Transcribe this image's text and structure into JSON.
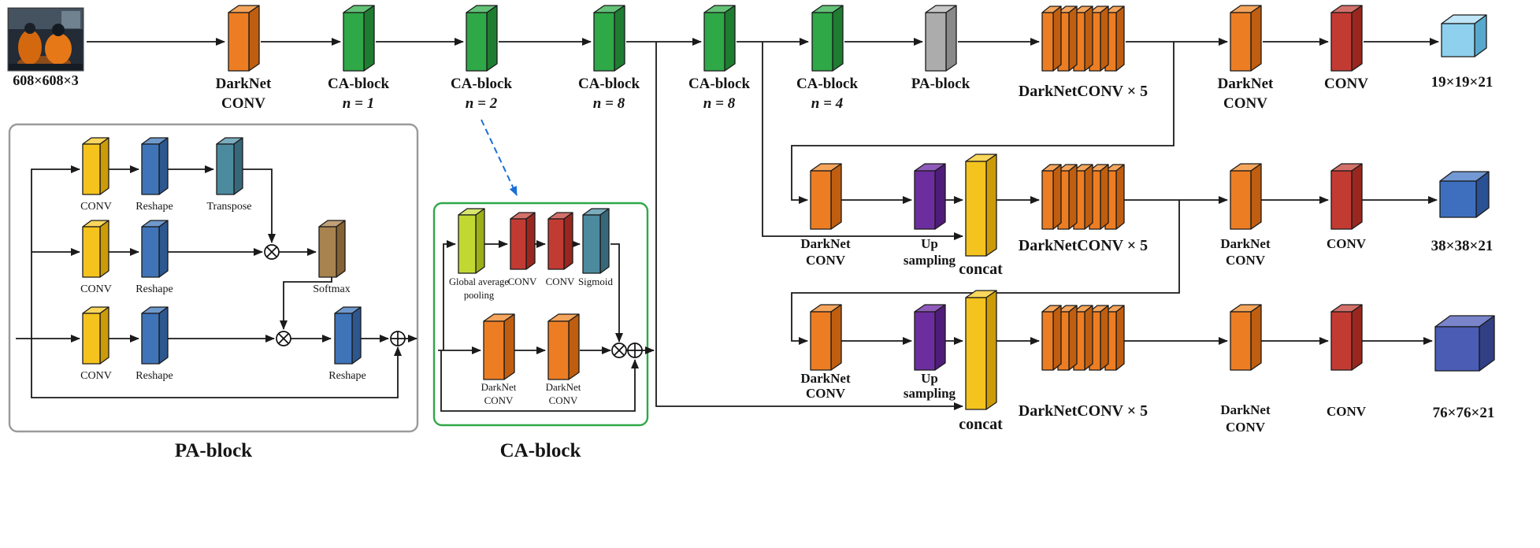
{
  "input": {
    "caption": "608×608×3"
  },
  "backbone": {
    "darknet": {
      "l1": "DarkNet",
      "l2": "CONV"
    },
    "ca": [
      {
        "l1": "CA-block",
        "l2": "n = 1"
      },
      {
        "l1": "CA-block",
        "l2": "n = 2"
      },
      {
        "l1": "CA-block",
        "l2": "n = 8"
      },
      {
        "l1": "CA-block",
        "l2": "n = 8"
      },
      {
        "l1": "CA-block",
        "l2": "n = 4"
      }
    ],
    "pa": "PA-block"
  },
  "head1": {
    "stack": "DarkNetCONV × 5",
    "darknet": {
      "l1": "DarkNet",
      "l2": "CONV"
    },
    "conv": "CONV",
    "out": "19×19×21"
  },
  "head2": {
    "darknet_in": {
      "l1": "DarkNet",
      "l2": "CONV"
    },
    "upsample": {
      "l1": "Up",
      "l2": "sampling"
    },
    "concat": "concat",
    "stack": "DarkNetCONV × 5",
    "darknet": {
      "l1": "DarkNet",
      "l2": "CONV"
    },
    "conv": "CONV",
    "out": "38×38×21"
  },
  "head3": {
    "darknet_in": {
      "l1": "DarkNet",
      "l2": "CONV"
    },
    "upsample": {
      "l1": "Up",
      "l2": "sampling"
    },
    "concat": "concat",
    "stack": "DarkNetCONV × 5",
    "darknet": {
      "l1": "DarkNet",
      "l2": "CONV"
    },
    "conv": "CONV",
    "out": "76×76×21"
  },
  "pa_block": {
    "title": "PA-block",
    "conv": "CONV",
    "reshape": "Reshape",
    "transpose": "Transpose",
    "softmax": "Softmax"
  },
  "ca_block": {
    "title": "CA-block",
    "gap": {
      "l1": "Global average",
      "l2": "pooling"
    },
    "conv": "CONV",
    "sigmoid": "Sigmoid",
    "darknet": {
      "l1": "DarkNet",
      "l2": "CONV"
    }
  },
  "colors": {
    "orange": {
      "face": "#ED7D23",
      "top": "#F5A55C",
      "side": "#BF5E10"
    },
    "green": {
      "face": "#2FA848",
      "top": "#63C277",
      "side": "#1E7D31"
    },
    "gray": {
      "face": "#ACACAC",
      "top": "#C9C9C9",
      "side": "#898989"
    },
    "red": {
      "face": "#C23B33",
      "top": "#D4706A",
      "side": "#99271F"
    },
    "yellow": {
      "face": "#F5C31E",
      "top": "#F9D65C",
      "side": "#CC9B08"
    },
    "blue": {
      "face": "#3F74B8",
      "top": "#6F99CC",
      "side": "#2C578F"
    },
    "teal": {
      "face": "#4C8A9E",
      "top": "#7BACBD",
      "side": "#37687A"
    },
    "brown": {
      "face": "#A8834F",
      "top": "#C0A077",
      "side": "#856233"
    },
    "purple": {
      "face": "#6C2E9E",
      "top": "#8F5BBB",
      "side": "#4F1C79"
    },
    "yellow_green": {
      "face": "#C2D832",
      "top": "#D6E56E",
      "side": "#9BAF17"
    },
    "cube_small": {
      "face": "#8ED0EE",
      "top": "#C0E5F7",
      "side": "#58A8CE"
    },
    "cube_medium": {
      "face": "#3E6FBF",
      "top": "#7399D4",
      "side": "#2A5194"
    },
    "cube_large": {
      "face": "#4A5CB4",
      "top": "#7984CB",
      "side": "#333F85"
    },
    "arrow": "#1a1a1a",
    "dashed_arrow": "#1B6FD8",
    "pa_box_border": "#9a9a9a",
    "ca_box_border": "#2FA848"
  }
}
